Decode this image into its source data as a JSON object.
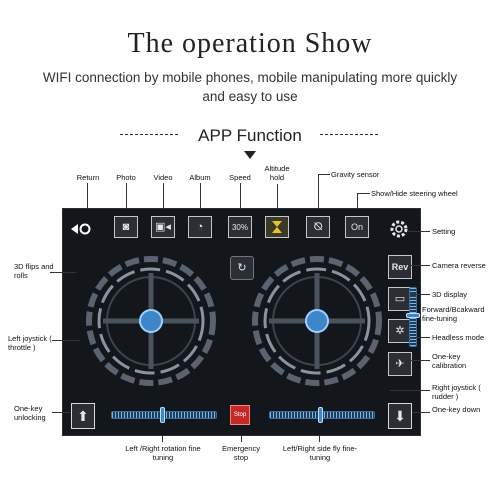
{
  "header": {
    "title": "The operation Show",
    "subtitle": "WIFI connection by mobile phones, mobile manipulating more quickly and easy to use",
    "section_title": "APP Function"
  },
  "top_labels": {
    "return": "Return",
    "photo": "Photo",
    "video": "Video",
    "album": "Album",
    "speed": "Speed",
    "altitude_hold": "Altitude hold",
    "gravity_sensor": "Gravity sensor",
    "show_hide": "Show/Hide steering wheel"
  },
  "left_labels": {
    "flips": "3D flips and rolls",
    "left_joystick": "Left joystick ( throttle )",
    "unlocking": "One-key unlocking"
  },
  "right_labels": {
    "setting": "Setting",
    "camera_reverse": "Camera reverse",
    "display_3d": "3D display",
    "forward_backward": "Forward/Bcakward fine-tuning",
    "headless": "Headless mode",
    "calibration": "One-key calibration",
    "right_joystick": "Right joystick ( rudder )",
    "one_key_down": "One-key down"
  },
  "bottom_labels": {
    "rotation": "Left /Right rotation fine tuning",
    "emergency": "Emergency stop",
    "side_fly": "Left/Right side fly fine-tuning"
  },
  "screen": {
    "speed_value": "30%",
    "gravity_toggle": "On",
    "reverse_button": "Rev",
    "stop_button": "Stop"
  },
  "colors": {
    "screen_bg": "#13161b",
    "accent_blue": "#3f86c8",
    "stop_red": "#c62828"
  }
}
